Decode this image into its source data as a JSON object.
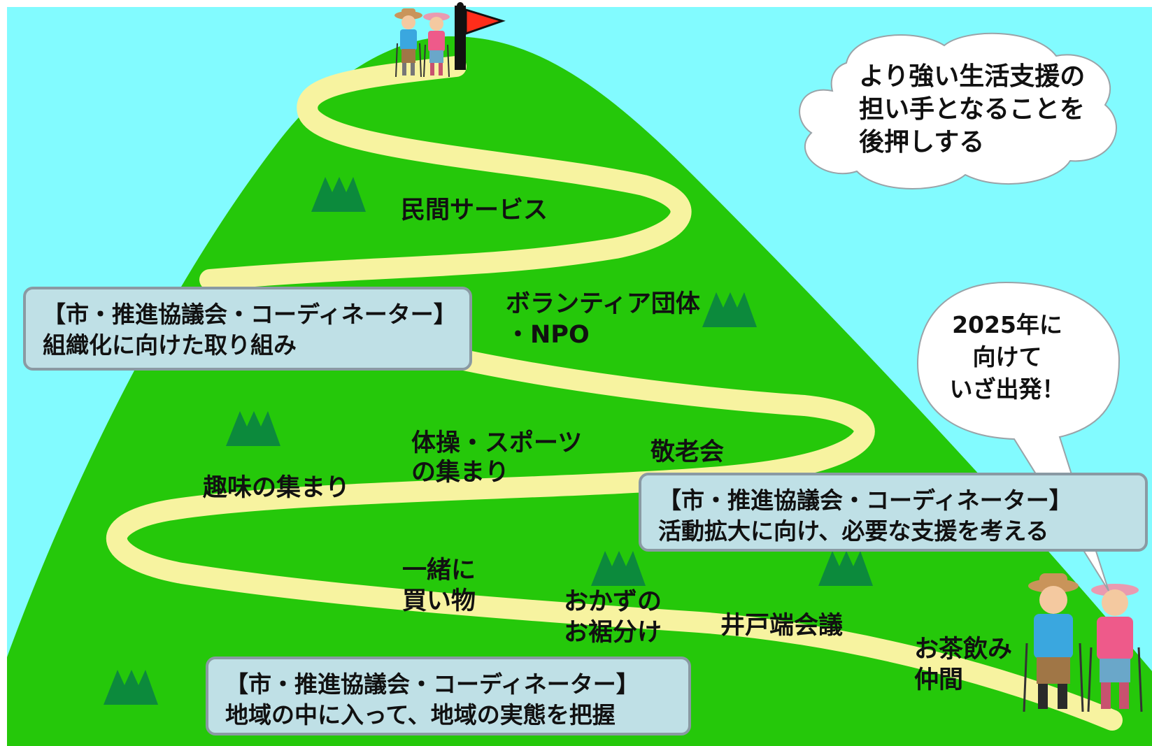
{
  "colors": {
    "sky": "#82fbff",
    "mountain": "#25c80a",
    "path": "#f7f3a0",
    "tree": "#0c8a3c",
    "box_fill": "#bfe0e6",
    "box_border": "#8a9aa3",
    "flag": "#ff2d1a"
  },
  "cloud": {
    "lines": [
      "より強い生活支援の",
      "担い手となることを",
      "後押しする"
    ]
  },
  "bubble": {
    "lines": [
      "2025年に",
      "向けて",
      "いざ出発！"
    ]
  },
  "labels": {
    "minkan": "民間サービス",
    "volunteer_1": "ボランティア団体",
    "volunteer_2": "・NPO",
    "taiso_1": "体操・スポーツ",
    "taiso_2": "の集まり",
    "keirokai": "敬老会",
    "shumi": "趣味の集まり",
    "issho_1": "一緒に",
    "issho_2": "買い物",
    "okazu_1": "おかずの",
    "okazu_2": "お裾分け",
    "idobata": "井戸端会議",
    "ocha_1": "お茶飲み",
    "ocha_2": "仲間"
  },
  "boxes": {
    "top": {
      "line1": "【市・推進協議会・コーディネーター】",
      "line2": "組織化に向けた取り組み"
    },
    "middle": {
      "line1": "【市・推進協議会・コーディネーター】",
      "line2": "活動拡大に向け、必要な支援を考える"
    },
    "bottom": {
      "line1": "【市・推進協議会・コーディネーター】",
      "line2": "地域の中に入って、地域の実態を把握"
    }
  },
  "icons": [
    "flag-icon",
    "hiker-man-icon",
    "hiker-woman-icon",
    "tree-icon"
  ]
}
